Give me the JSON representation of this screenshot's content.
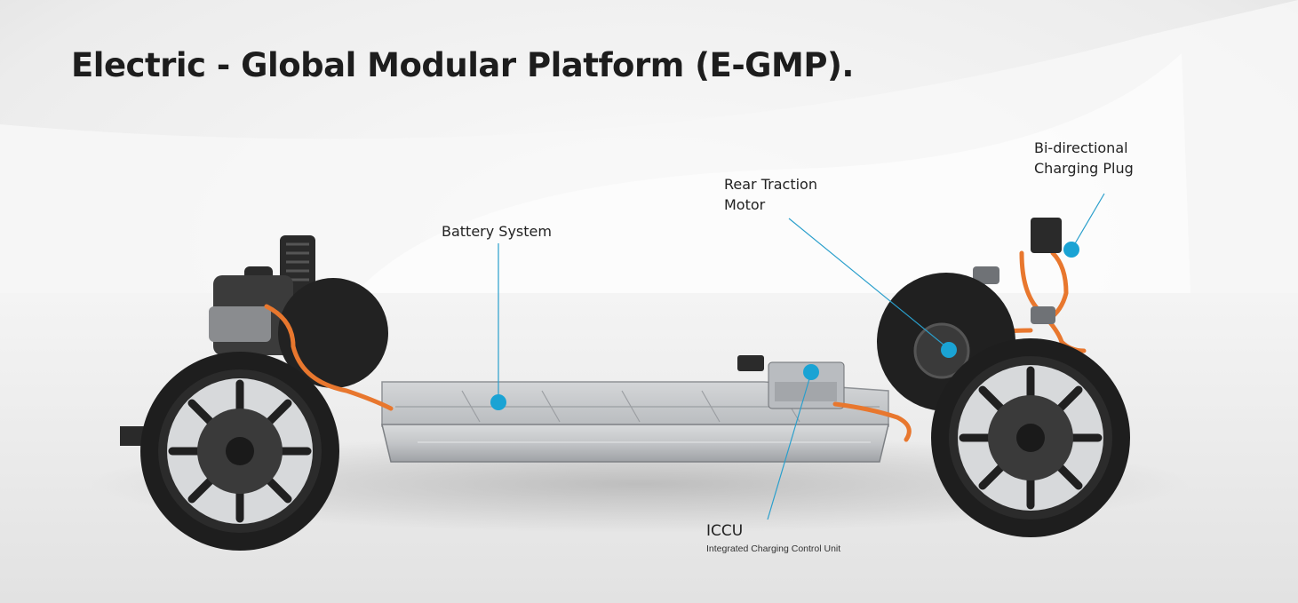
{
  "title": "Electric - Global Modular Platform (E-GMP).",
  "callouts": {
    "battery": {
      "label": "Battery System"
    },
    "motor": {
      "label": "Rear Traction\nMotor"
    },
    "plug": {
      "label": "Bi-directional\nCharging Plug"
    },
    "iccu": {
      "label": "ICCU",
      "sublabel": "Integrated Charging Control Unit"
    }
  },
  "colors": {
    "marker": "#1aa3d4",
    "leader": "#2a9fcc",
    "cable": "#e8772e",
    "tire": "#1e1e1e",
    "battery": "#c9cbcd"
  }
}
